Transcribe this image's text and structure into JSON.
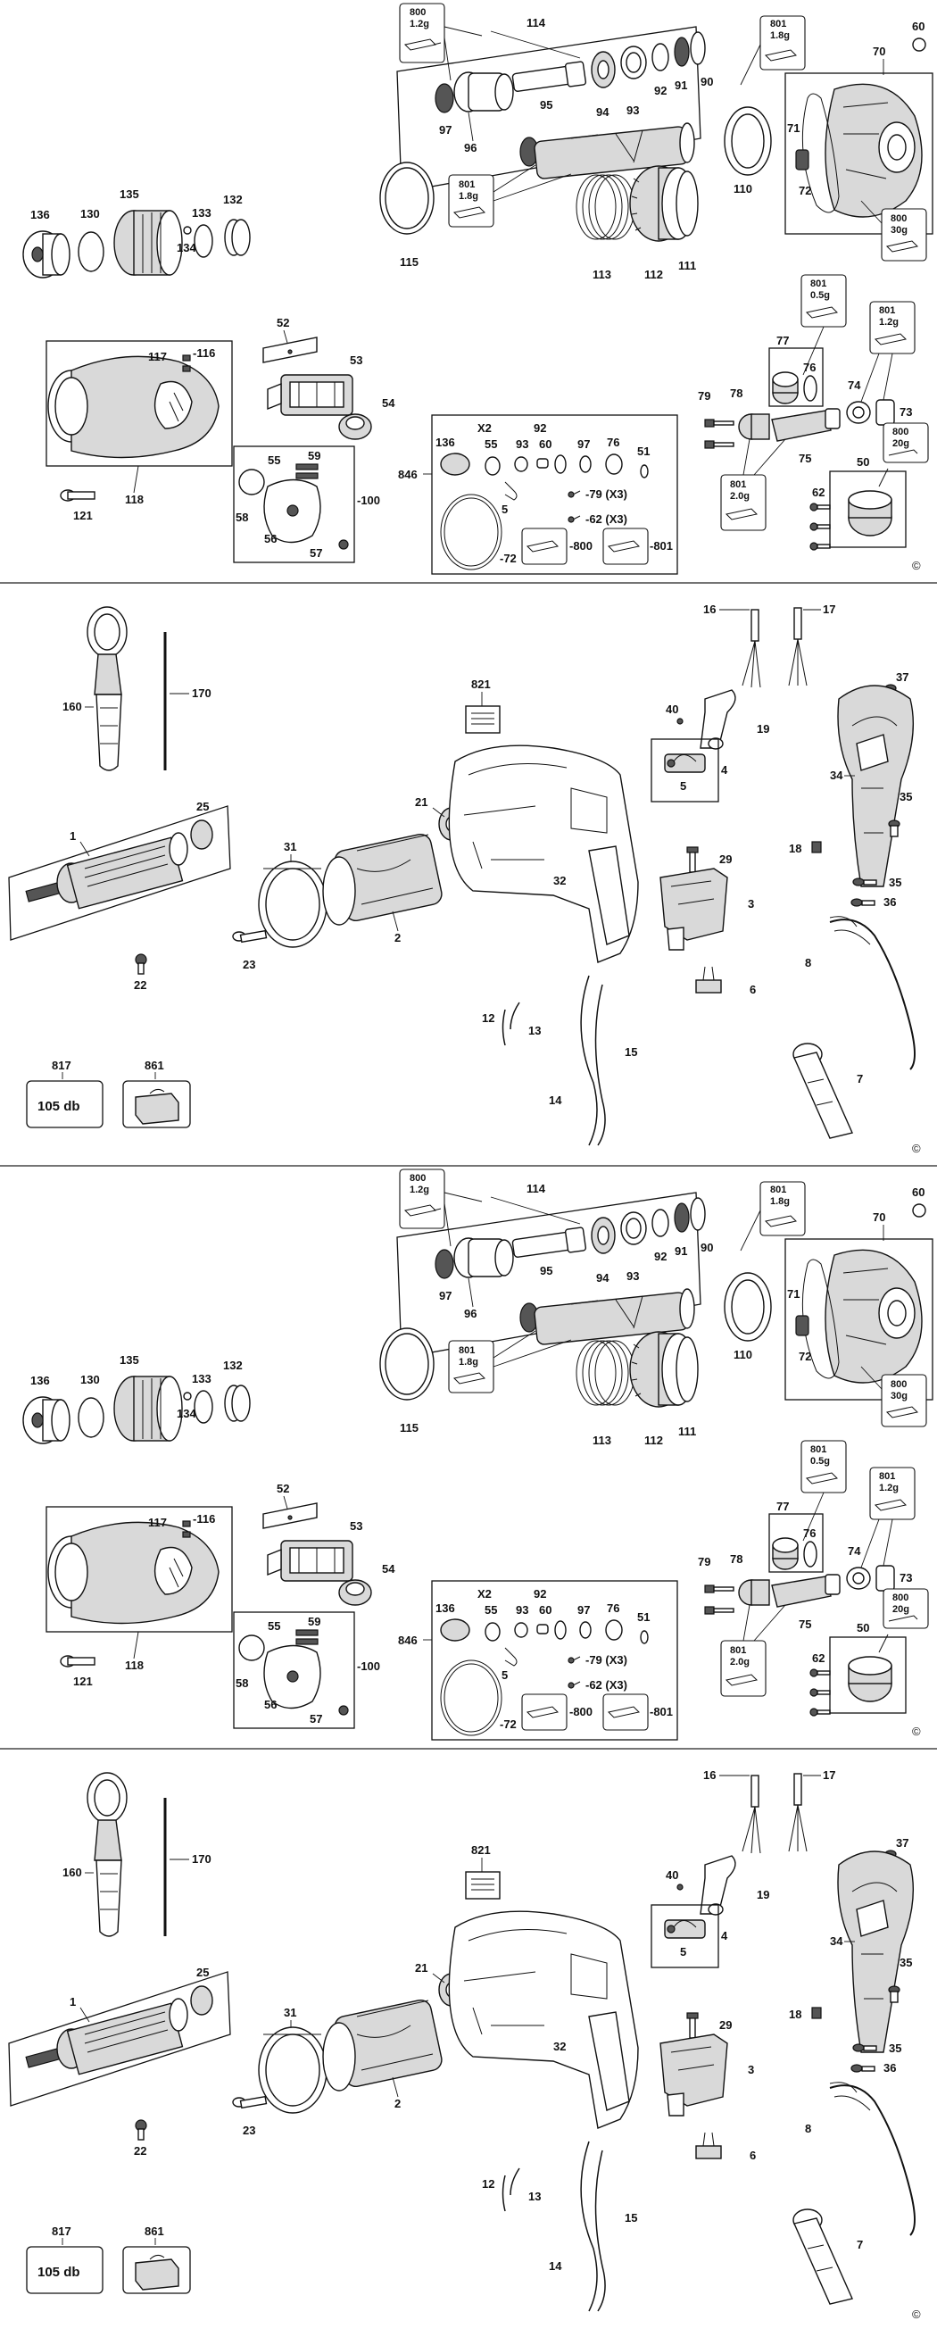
{
  "copyright_symbol": "©",
  "panels": [
    {
      "type": "gear",
      "labels": {
        "p114": "114",
        "p95": "95",
        "p94": "94",
        "p93": "93",
        "p92": "92",
        "p91": "91",
        "p90": "90",
        "p97": "97",
        "p96": "96",
        "p110": "110",
        "p115": "115",
        "p113": "113",
        "p112": "112",
        "p111": "111",
        "p70": "70",
        "p60": "60",
        "p71": "71",
        "p72": "72",
        "p136": "136",
        "p130": "130",
        "p135": "135",
        "p133": "133",
        "p134": "134",
        "p132": "132",
        "p52": "52",
        "p53": "53",
        "p54": "54",
        "p117": "117",
        "p116": "-116",
        "p118": "118",
        "p121": "121",
        "p55": "55",
        "p59": "59",
        "p58": "58",
        "p56": "56",
        "p57": "57",
        "p100": "-100",
        "p846": "846",
        "x2": "X2",
        "b136": "136",
        "b55": "55",
        "b93": "93",
        "b60": "60",
        "b92": "92",
        "b97": "97",
        "b76": "76",
        "b51": "51",
        "b5": "5",
        "b79": "-79 (X3)",
        "b62": "-62 (X3)",
        "b72": "-72",
        "b800": "-800",
        "b801": "-801",
        "p77": "77",
        "p76": "76",
        "p74": "74",
        "p73": "73",
        "p79": "79",
        "p78": "78",
        "p75": "75",
        "p62": "62",
        "p50": "50"
      },
      "tags": {
        "t800_top": [
          "800",
          "1.2g"
        ],
        "t801_top": [
          "801",
          "1.8g"
        ],
        "t801_mid": [
          "801",
          "1.8g"
        ],
        "t800_right": [
          "800",
          "30g"
        ],
        "t801_05": [
          "801",
          "0.5g"
        ],
        "t801_12": [
          "801",
          "1.2g"
        ],
        "t800_20": [
          "800",
          "20g"
        ],
        "t801_20": [
          "801",
          "2.0g"
        ]
      }
    },
    {
      "type": "motor",
      "labels": {
        "p160": "160",
        "p170": "170",
        "p821": "821",
        "p16": "16",
        "p17": "17",
        "p40": "40",
        "p19": "19",
        "p5": "5",
        "p4": "4",
        "p37": "37",
        "p34": "34",
        "p35a": "35",
        "p18": "18",
        "p35b": "35",
        "p36": "36",
        "p1": "1",
        "p25": "25",
        "p31": "31",
        "p21": "21",
        "p2": "2",
        "p23": "23",
        "p32": "32",
        "p22": "22",
        "p29": "29",
        "p3": "3",
        "p8": "8",
        "p6": "6",
        "p12": "12",
        "p13": "13",
        "p14": "14",
        "p15": "15",
        "p7": "7",
        "p817": "817",
        "p861": "861",
        "db": "105 db"
      }
    },
    {
      "type": "gear",
      "labels": {
        "p114": "114",
        "p95": "95",
        "p94": "94",
        "p93": "93",
        "p92": "92",
        "p91": "91",
        "p90": "90",
        "p97": "97",
        "p96": "96",
        "p110": "110",
        "p115": "115",
        "p113": "113",
        "p112": "112",
        "p111": "111",
        "p70": "70",
        "p60": "60",
        "p71": "71",
        "p72": "72",
        "p136": "136",
        "p130": "130",
        "p135": "135",
        "p133": "133",
        "p134": "134",
        "p132": "132",
        "p52": "52",
        "p53": "53",
        "p54": "54",
        "p117": "117",
        "p116": "-116",
        "p118": "118",
        "p121": "121",
        "p55": "55",
        "p59": "59",
        "p58": "58",
        "p56": "56",
        "p57": "57",
        "p100": "-100",
        "p846": "846",
        "x2": "X2",
        "b136": "136",
        "b55": "55",
        "b93": "93",
        "b60": "60",
        "b92": "92",
        "b97": "97",
        "b76": "76",
        "b51": "51",
        "b5": "5",
        "b79": "-79 (X3)",
        "b62": "-62 (X3)",
        "b72": "-72",
        "b800": "-800",
        "b801": "-801",
        "p77": "77",
        "p76": "76",
        "p74": "74",
        "p73": "73",
        "p79": "79",
        "p78": "78",
        "p75": "75",
        "p62": "62",
        "p50": "50"
      },
      "tags": {
        "t800_top": [
          "800",
          "1.2g"
        ],
        "t801_top": [
          "801",
          "1.8g"
        ],
        "t801_mid": [
          "801",
          "1.8g"
        ],
        "t800_right": [
          "800",
          "30g"
        ],
        "t801_05": [
          "801",
          "0.5g"
        ],
        "t801_12": [
          "801",
          "1.2g"
        ],
        "t800_20": [
          "800",
          "20g"
        ],
        "t801_20": [
          "801",
          "2.0g"
        ]
      }
    },
    {
      "type": "motor",
      "labels": {
        "p160": "160",
        "p170": "170",
        "p821": "821",
        "p16": "16",
        "p17": "17",
        "p40": "40",
        "p19": "19",
        "p5": "5",
        "p4": "4",
        "p37": "37",
        "p34": "34",
        "p35a": "35",
        "p18": "18",
        "p35b": "35",
        "p36": "36",
        "p1": "1",
        "p25": "25",
        "p31": "31",
        "p21": "21",
        "p2": "2",
        "p23": "23",
        "p32": "32",
        "p22": "22",
        "p29": "29",
        "p3": "3",
        "p8": "8",
        "p6": "6",
        "p12": "12",
        "p13": "13",
        "p14": "14",
        "p15": "15",
        "p7": "7",
        "p817": "817",
        "p861": "861",
        "db": "105 db"
      }
    }
  ]
}
